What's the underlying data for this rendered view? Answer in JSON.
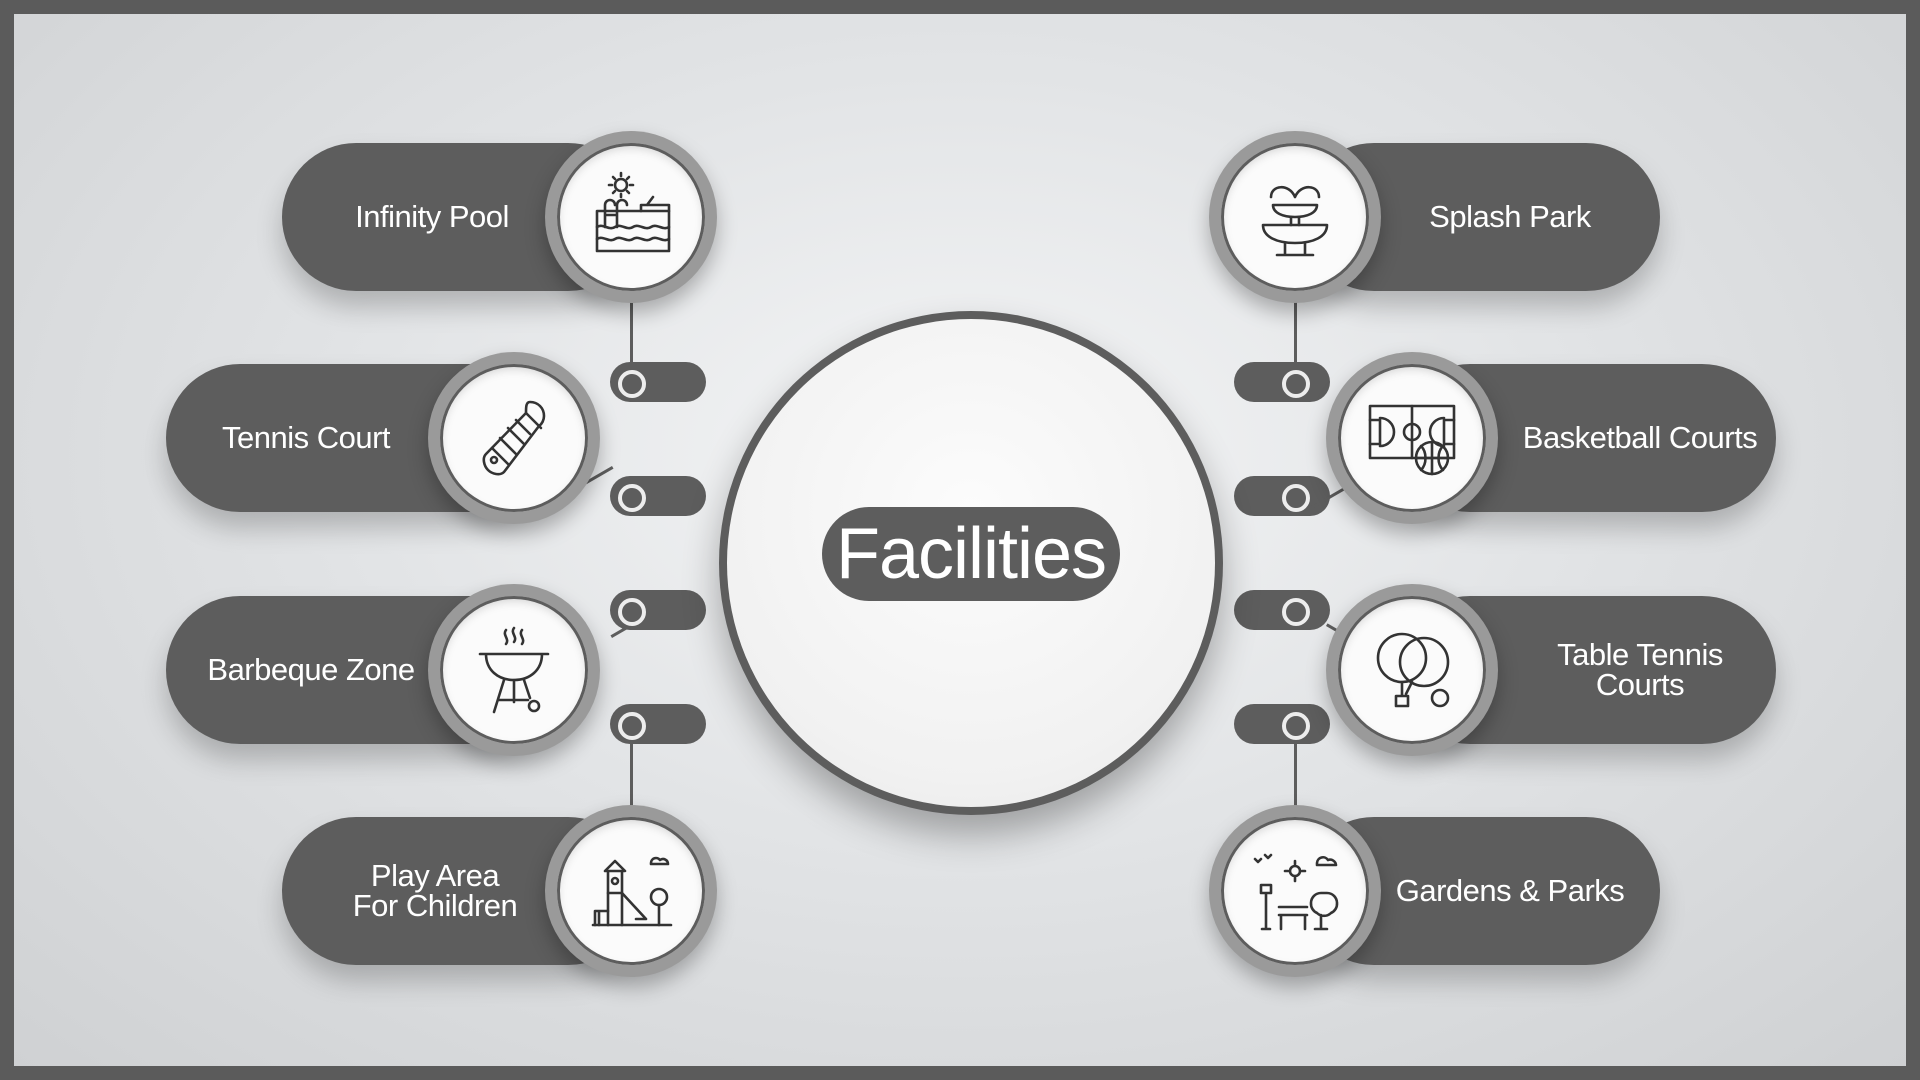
{
  "title": "Facilities",
  "facilities": [
    {
      "label": "Infinity Pool",
      "icon": "pool-icon"
    },
    {
      "label": "Tennis Court",
      "icon": "shuttlecock-icon"
    },
    {
      "label": "Barbeque Zone",
      "icon": "barbeque-grill-icon"
    },
    {
      "label": "Play Area\nFor Children",
      "icon": "playground-icon"
    },
    {
      "label": "Splash Park",
      "icon": "fountain-icon"
    },
    {
      "label": "Basketball Courts",
      "icon": "basketball-court-icon"
    },
    {
      "label": "Table Tennis\nCourts",
      "icon": "table-tennis-icon"
    },
    {
      "label": "Gardens & Parks",
      "icon": "garden-park-icon"
    }
  ],
  "colors": {
    "frame": "#5b5b5b",
    "pill": "#5d5d5d",
    "node_ring": "#9a9a9a",
    "icon_stroke": "#333333",
    "text": "#ffffff"
  }
}
